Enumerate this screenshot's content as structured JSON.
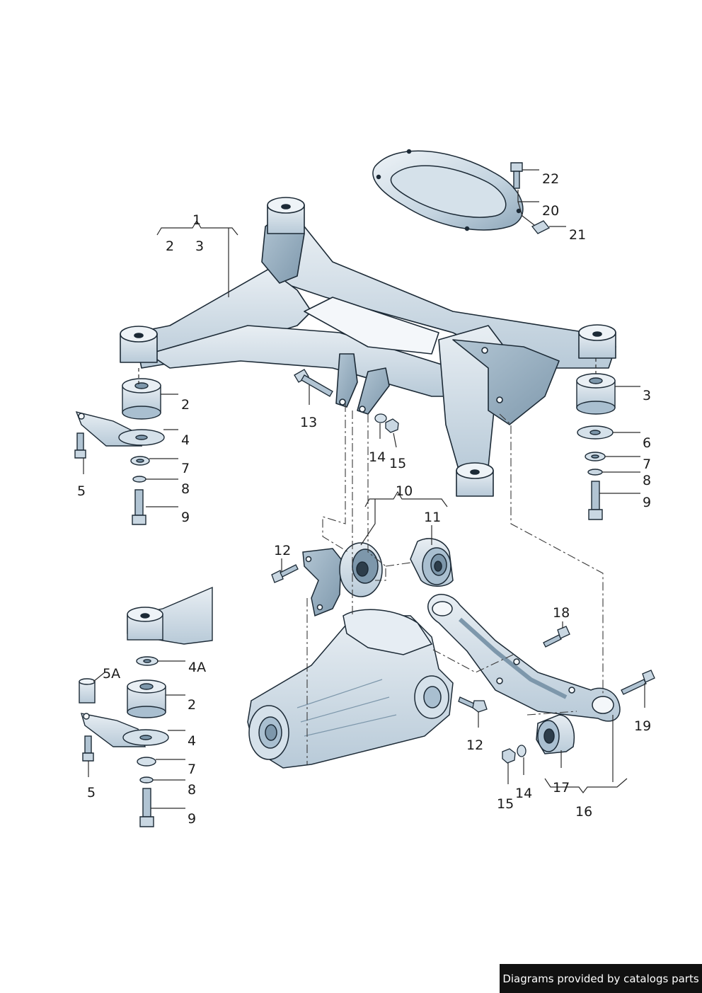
{
  "callouts": [
    {
      "id": "1",
      "text": "1"
    },
    {
      "id": "2-top",
      "text": "2"
    },
    {
      "id": "3-top",
      "text": "3"
    },
    {
      "id": "22",
      "text": "22"
    },
    {
      "id": "20",
      "text": "20"
    },
    {
      "id": "21",
      "text": "21"
    },
    {
      "id": "2-left",
      "text": "2"
    },
    {
      "id": "4-left",
      "text": "4"
    },
    {
      "id": "7-left",
      "text": "7"
    },
    {
      "id": "8-left",
      "text": "8"
    },
    {
      "id": "5-left",
      "text": "5"
    },
    {
      "id": "9-left",
      "text": "9"
    },
    {
      "id": "13",
      "text": "13"
    },
    {
      "id": "14-top",
      "text": "14"
    },
    {
      "id": "15-top",
      "text": "15"
    },
    {
      "id": "3-right",
      "text": "3"
    },
    {
      "id": "6",
      "text": "6"
    },
    {
      "id": "7-right",
      "text": "7"
    },
    {
      "id": "8-right",
      "text": "8"
    },
    {
      "id": "9-right",
      "text": "9"
    },
    {
      "id": "10",
      "text": "10"
    },
    {
      "id": "11",
      "text": "11"
    },
    {
      "id": "12-top",
      "text": "12"
    },
    {
      "id": "18",
      "text": "18"
    },
    {
      "id": "4A",
      "text": "4A"
    },
    {
      "id": "5A",
      "text": "5A"
    },
    {
      "id": "2-lower",
      "text": "2"
    },
    {
      "id": "4-lower",
      "text": "4"
    },
    {
      "id": "7-lower",
      "text": "7"
    },
    {
      "id": "8-lower",
      "text": "8"
    },
    {
      "id": "5-lower",
      "text": "5"
    },
    {
      "id": "9-lower",
      "text": "9"
    },
    {
      "id": "12-bottom",
      "text": "12"
    },
    {
      "id": "19",
      "text": "19"
    },
    {
      "id": "17",
      "text": "17"
    },
    {
      "id": "16",
      "text": "16"
    },
    {
      "id": "15-bottom",
      "text": "15"
    },
    {
      "id": "14-bottom",
      "text": "14"
    }
  ],
  "footer": {
    "text": "Diagrams provided by catalogs parts"
  },
  "colors": {
    "part_fill": "#dde7ef",
    "part_shade": "#a9bfd0",
    "part_dark": "#7d97ab",
    "outline": "#1c2a36",
    "leader": "#2a2a2a"
  }
}
